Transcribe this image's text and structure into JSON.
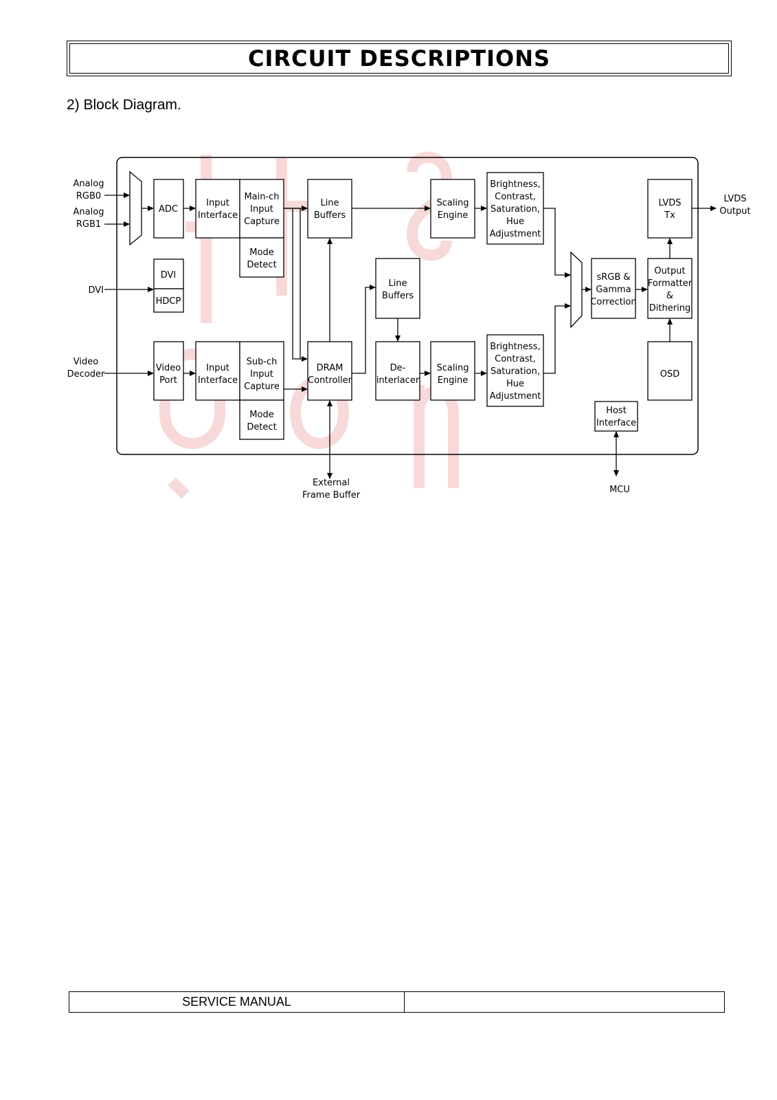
{
  "header": {
    "title": "CIRCUIT DESCRIPTIONS"
  },
  "section": {
    "heading": "2) Block Diagram."
  },
  "diagram": {
    "ext": {
      "analog_rgb0": [
        "Analog",
        "RGB0"
      ],
      "analog_rgb1": [
        "Analog",
        "RGB1"
      ],
      "dvi": [
        "DVI"
      ],
      "video_decoder": [
        "Video",
        "Decoder"
      ],
      "lvds_output": [
        "LVDS",
        "Output"
      ],
      "external_frame_buffer": [
        "External",
        "Frame Buffer"
      ],
      "mcu": [
        "MCU"
      ]
    },
    "blocks": {
      "adc": [
        "ADC"
      ],
      "dvi": [
        "DVI"
      ],
      "hdcp": [
        "HDCP"
      ],
      "video_port": [
        "Video",
        "Port"
      ],
      "input_interface_main": [
        "Input",
        "Interface"
      ],
      "main_ch_input_capture": [
        "Main-ch",
        "Input",
        "Capture"
      ],
      "mode_detect_main": [
        "Mode",
        "Detect"
      ],
      "input_interface_sub": [
        "Input",
        "Interface"
      ],
      "sub_ch_input_capture": [
        "Sub-ch",
        "Input",
        "Capture"
      ],
      "mode_detect_sub": [
        "Mode",
        "Detect"
      ],
      "line_buffers_main": [
        "Line",
        "Buffers"
      ],
      "dram_controller": [
        "DRAM",
        "Controller"
      ],
      "line_buffers_sub": [
        "Line",
        "Buffers"
      ],
      "deinterlacer": [
        "De-",
        "interlacer"
      ],
      "scaling_engine_main": [
        "Scaling",
        "Engine"
      ],
      "scaling_engine_sub": [
        "Scaling",
        "Engine"
      ],
      "bcsh_main": [
        "Brightness,",
        "Contrast,",
        "Saturation,",
        "Hue",
        "Adjustment"
      ],
      "bcsh_sub": [
        "Brightness,",
        "Contrast,",
        "Saturation,",
        "Hue",
        "Adjustment"
      ],
      "srgb_gamma": [
        "sRGB &",
        "Gamma",
        "Correction"
      ],
      "output_formatter": [
        "Output",
        "Formatter",
        "&",
        "Dithering"
      ],
      "lvds_tx": [
        "LVDS",
        "Tx"
      ],
      "osd": [
        "OSD"
      ],
      "host_interface": [
        "Host",
        "Interface"
      ]
    }
  },
  "footer": {
    "left": "SERVICE MANUAL",
    "right": ""
  }
}
